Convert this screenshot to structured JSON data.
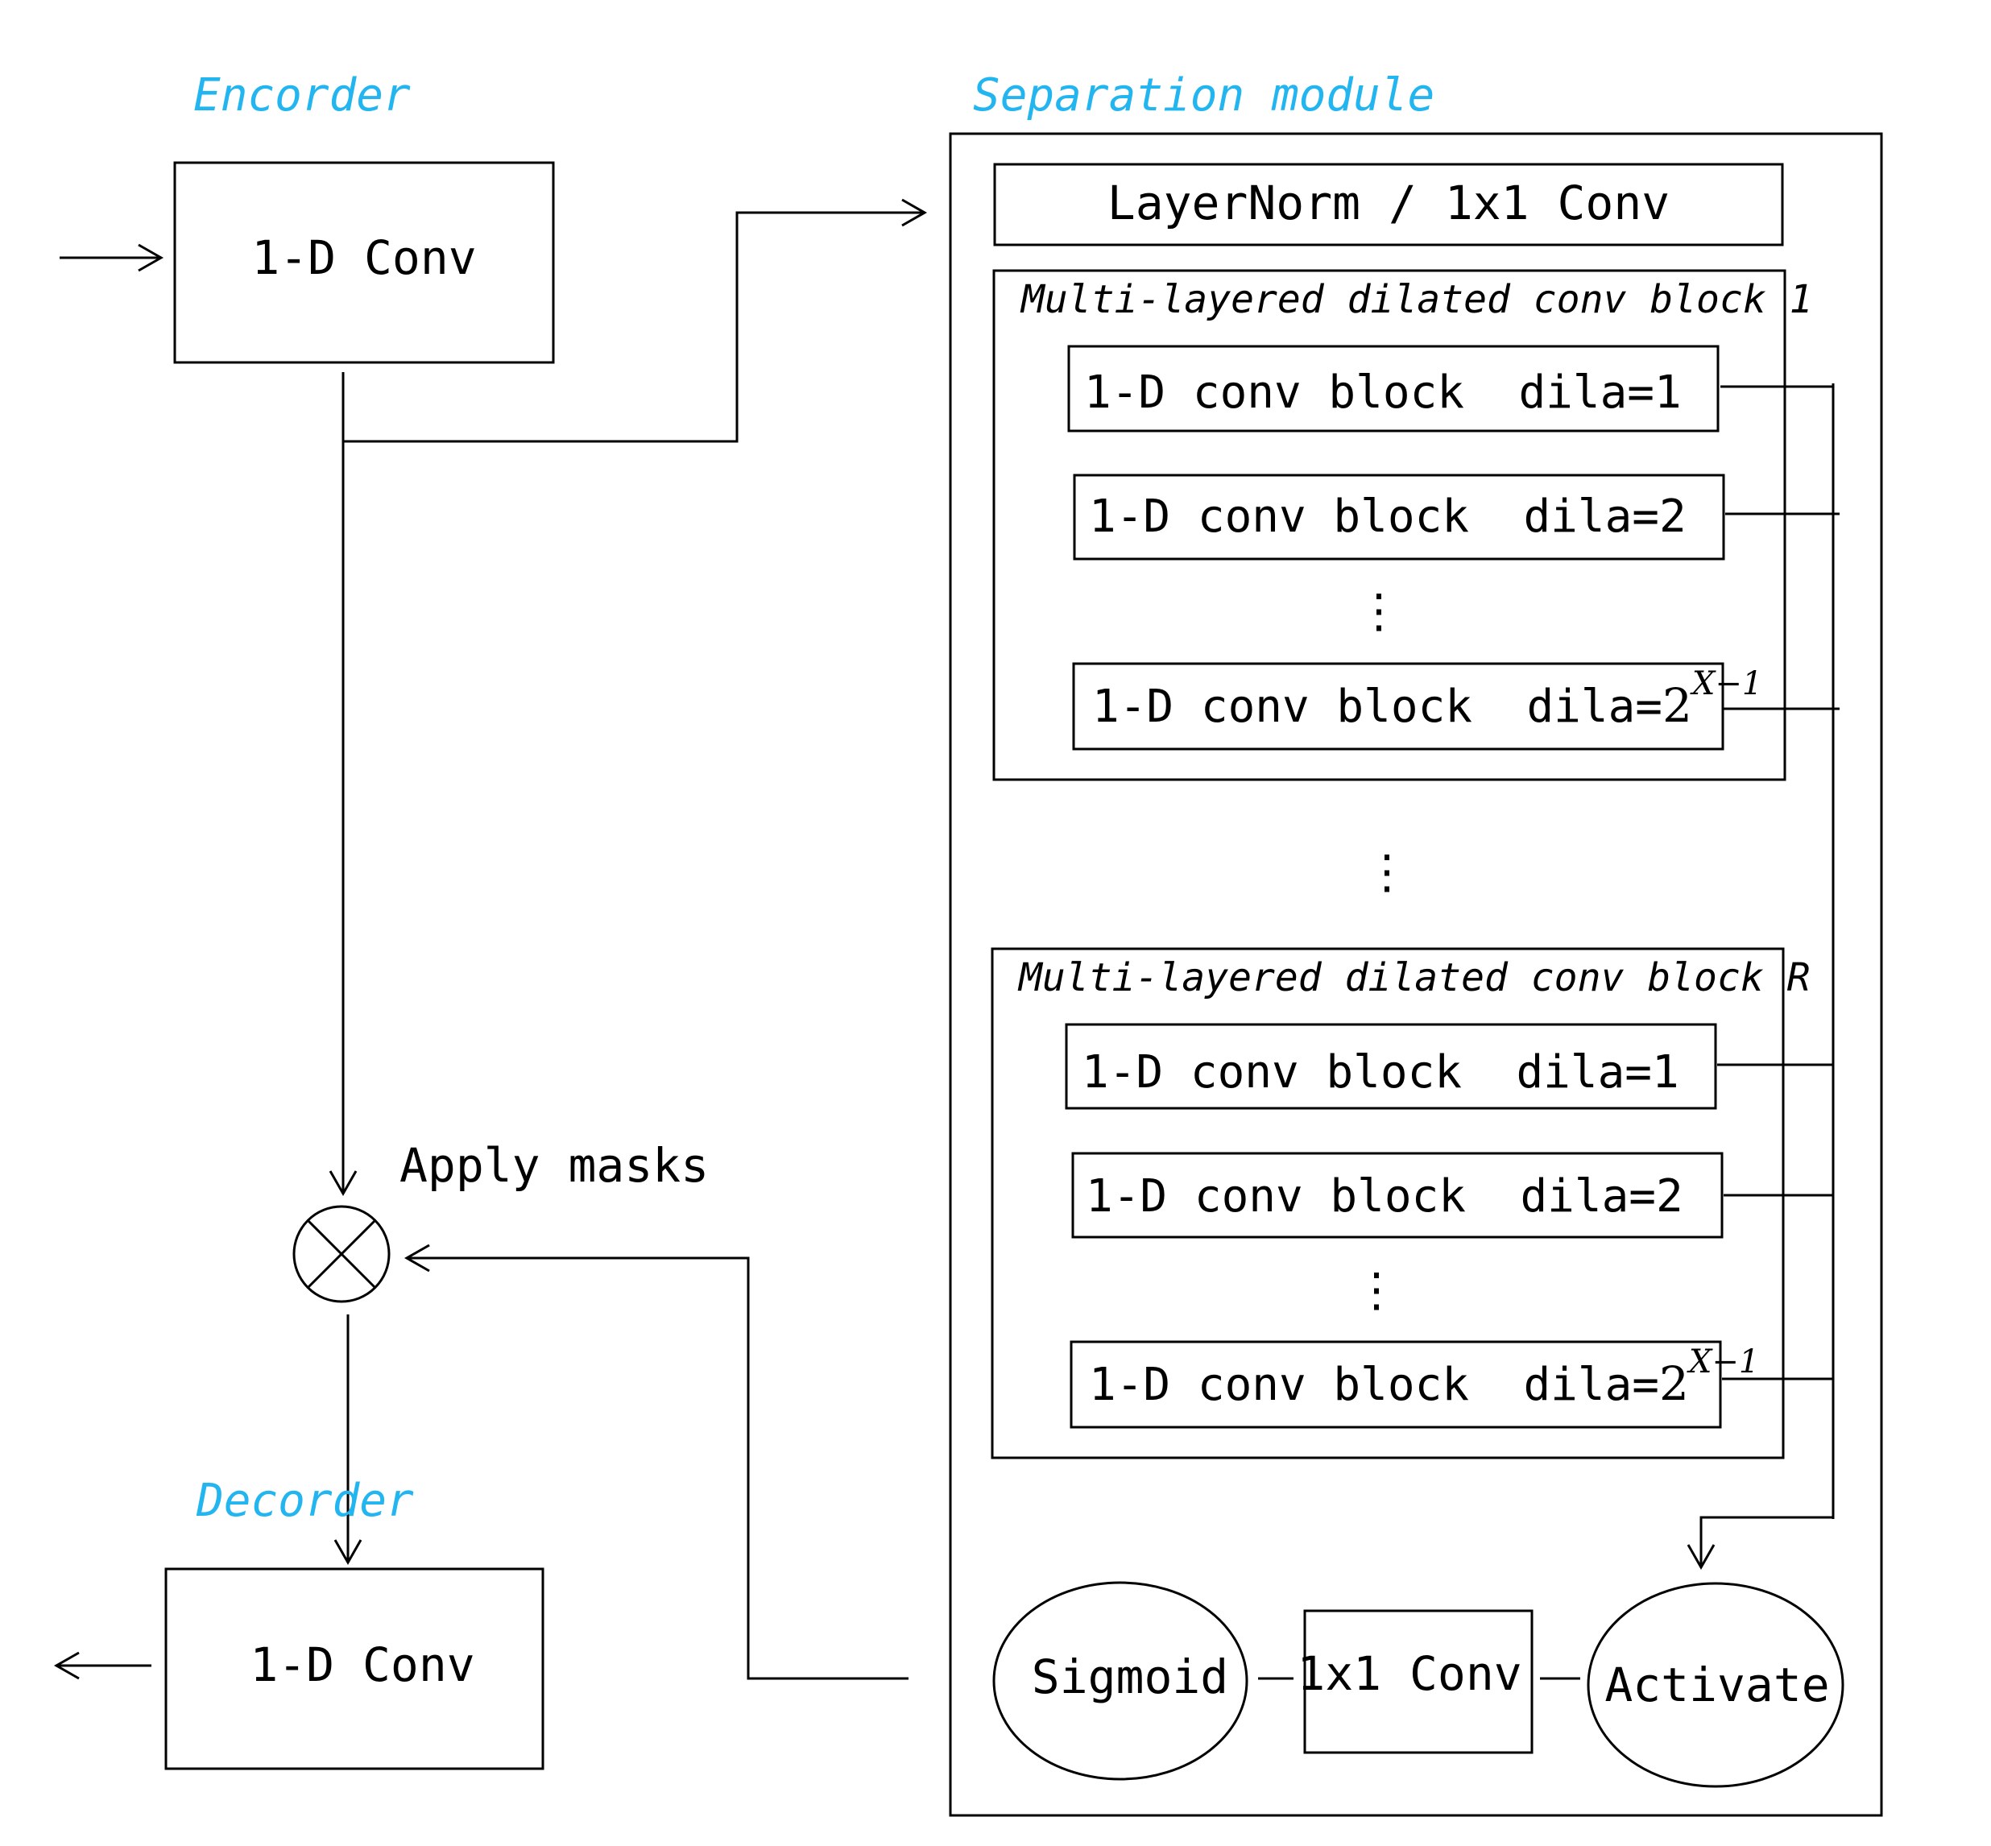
{
  "colors": {
    "section_title": "#22b5f0",
    "line": "#000000"
  },
  "encoder": {
    "title": "Encorder",
    "box_label": "1-D Conv"
  },
  "decoder": {
    "title": "Decorder",
    "box_label": "1-D Conv"
  },
  "apply_masks": {
    "label": "Apply masks",
    "symbol": "multiply-circle-icon"
  },
  "separation": {
    "title": "Separation module",
    "norm_label": "LayerNorm / 1x1 Conv",
    "block1": {
      "title": "Multi-layered dilated conv block 1",
      "row1": "1-D conv block  dila=1",
      "row2": "1-D conv block  dila=2",
      "row3": "1-D conv block  dila=",
      "row3_base": "2",
      "row3_exp": "X−1",
      "ellipsis": "⋮"
    },
    "between_ellipsis": "⋮",
    "blockR": {
      "title": "Multi-layered dilated conv block R",
      "row1": "1-D conv block  dila=1",
      "row2": "1-D conv block  dila=2",
      "row3": "1-D conv block  dila=",
      "row3_base": "2",
      "row3_exp": "X−1",
      "ellipsis": "⋮"
    },
    "sigmoid": "Sigmoid",
    "conv1x1": "1x1 Conv",
    "activate": "Activate"
  }
}
